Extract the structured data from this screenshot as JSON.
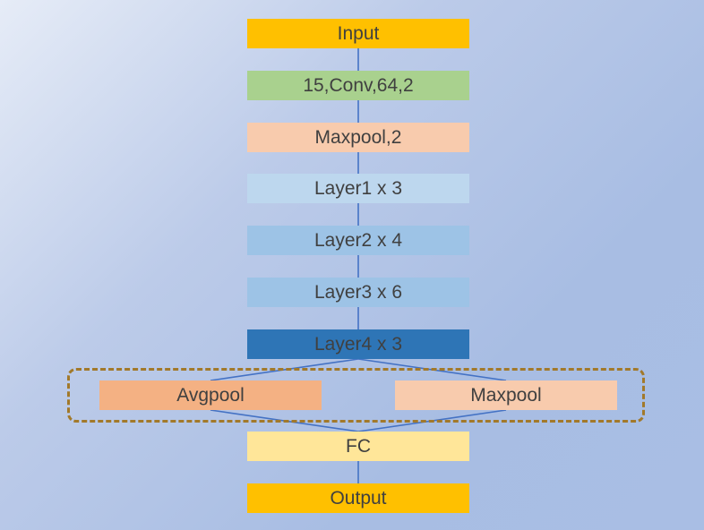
{
  "diagram": {
    "nodes": [
      {
        "id": "input",
        "label": "Input",
        "color": "#ffc000"
      },
      {
        "id": "conv",
        "label": "15,Conv,64,2",
        "color": "#a9d18e"
      },
      {
        "id": "maxpool1",
        "label": "Maxpool,2",
        "color": "#f8cbad"
      },
      {
        "id": "layer1",
        "label": "Layer1 x 3",
        "color": "#bdd7ee"
      },
      {
        "id": "layer2",
        "label": "Layer2 x 4",
        "color": "#9dc3e6"
      },
      {
        "id": "layer3",
        "label": "Layer3 x 6",
        "color": "#9dc3e6"
      },
      {
        "id": "layer4",
        "label": "Layer4 x 3",
        "color": "#2e75b6"
      },
      {
        "id": "avgpool",
        "label": "Avgpool",
        "color": "#f4b183"
      },
      {
        "id": "maxpool2",
        "label": "Maxpool",
        "color": "#f8cbad"
      },
      {
        "id": "fc",
        "label": "FC",
        "color": "#ffe699"
      },
      {
        "id": "output",
        "label": "Output",
        "color": "#ffc000"
      }
    ],
    "edges": [
      [
        "input",
        "conv"
      ],
      [
        "conv",
        "maxpool1"
      ],
      [
        "maxpool1",
        "layer1"
      ],
      [
        "layer1",
        "layer2"
      ],
      [
        "layer2",
        "layer3"
      ],
      [
        "layer3",
        "layer4"
      ],
      [
        "layer4",
        "avgpool"
      ],
      [
        "layer4",
        "maxpool2"
      ],
      [
        "avgpool",
        "fc"
      ],
      [
        "maxpool2",
        "fc"
      ],
      [
        "fc",
        "output"
      ]
    ],
    "edge_color": "#4472c4",
    "group_border_color": "#a2792a"
  }
}
